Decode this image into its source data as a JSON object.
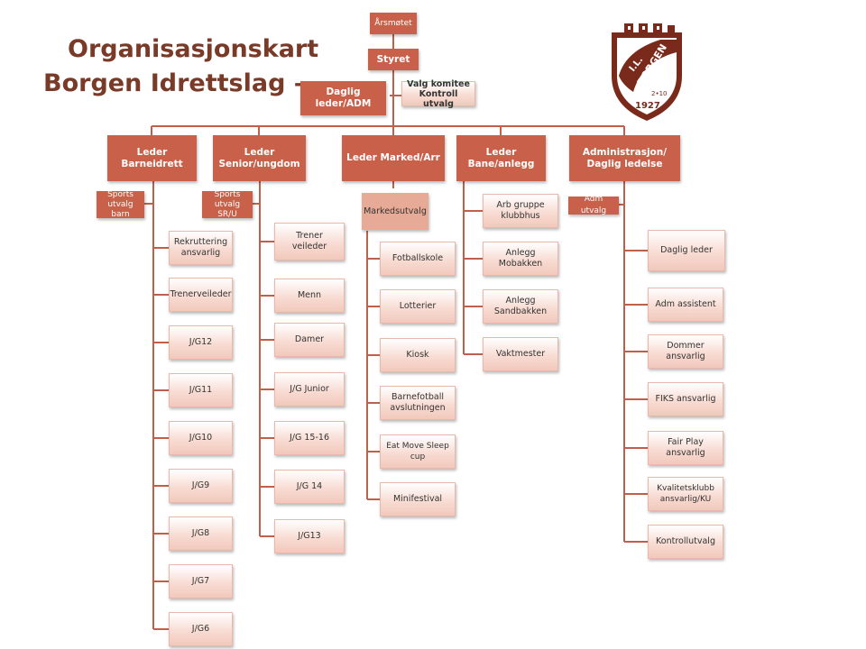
{
  "title": {
    "line1": "Organisasjonskart",
    "line2": "Borgen Idrettslag –"
  },
  "top": {
    "arsmotet": "Årsmøtet",
    "styret": "Styret",
    "daglig": "Daglig leder/ADM",
    "valg_line1": "Valg komitee",
    "valg_line2": "Kontroll utvalg"
  },
  "leaders": [
    "Leder Barneidrett",
    "Leder Senior/ungdom",
    "Leder Marked/Arr",
    "Leder Bane/anlegg",
    "Administrasjon/ Daglig ledelse"
  ],
  "side_labels": {
    "sports_barn": "Sports utvalg barn",
    "sports_sru": "Sports utvalg SR/U",
    "markedsutvalg": "Markedsutvalg",
    "adm_utvalg": "Adm utvalg"
  },
  "col_barn": [
    "Rekruttering ansvarlig",
    "Trenerveileder",
    "J/G12",
    "J/G11",
    "J/G10",
    "J/G9",
    "J/G8",
    "J/G7",
    "J/G6"
  ],
  "col_senior": [
    "Trener veileder",
    "Menn",
    "Damer",
    "J/G Junior",
    "J/G 15-16",
    "J/G 14",
    "J/G13"
  ],
  "col_marked": [
    "Fotballskole",
    "Lotterier",
    "Kiosk",
    "Barnefotball avslutningen",
    "Eat Move Sleep cup",
    "Minifestival"
  ],
  "col_bane": [
    "Arb gruppe klubbhus",
    "Anlegg Mobakken",
    "Anlegg Sandbakken",
    "Vaktmester"
  ],
  "col_adm": [
    "Daglig leder",
    "Adm assistent",
    "Dommer ansvarlig",
    "FIKS ansvarlig",
    "Fair Play ansvarlig",
    "Kvalitetsklubb ansvarlig/KU",
    "Kontrollutvalg"
  ],
  "logo": {
    "text_il": "I.L.",
    "text_name": "BORGEN",
    "text_small": "2•10",
    "year": "1927"
  },
  "colors": {
    "dark": "#c8604a",
    "line": "#c0604a",
    "title": "#7a3a28",
    "logo": "#7a2a1a"
  }
}
